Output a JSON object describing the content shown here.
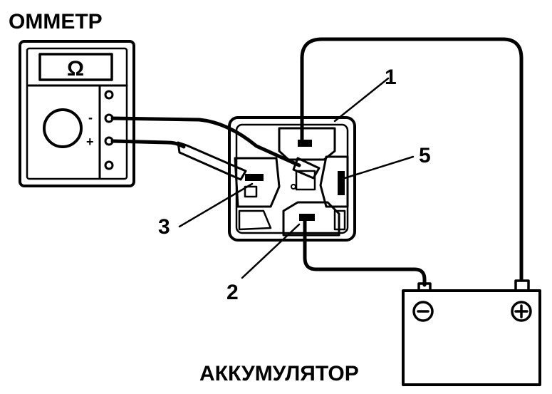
{
  "labels": {
    "ohmmeter_title": "ОММЕТР",
    "battery_title": "АККУМУЛЯТОР",
    "meter_display": "Ω",
    "probe_minus": "-",
    "probe_plus": "+",
    "terminal_1": "1",
    "terminal_2": "2",
    "terminal_3": "3",
    "terminal_5": "5",
    "battery_minus": "−",
    "battery_plus": "+"
  },
  "icons": {
    "meter": "ohmmeter-icon",
    "relay": "relay-connector-icon",
    "battery": "battery-icon"
  }
}
